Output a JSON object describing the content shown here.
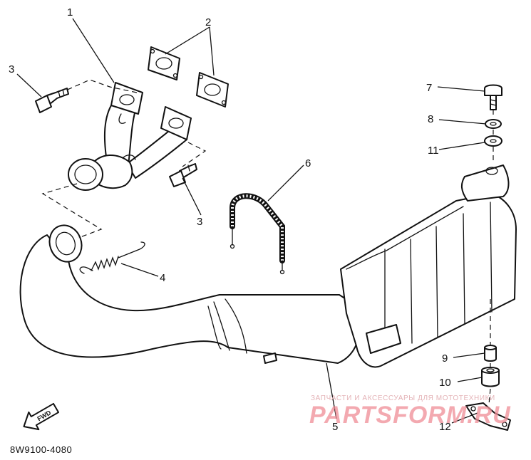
{
  "callouts": {
    "c1": "1",
    "c2": "2",
    "c3a": "3",
    "c3b": "3",
    "c4": "4",
    "c5": "5",
    "c6": "6",
    "c7": "7",
    "c8": "8",
    "c9": "9",
    "c10": "10",
    "c11": "11",
    "c12": "12"
  },
  "diagram_code": "8W9100-4080",
  "fwd_label": "FWD",
  "watermark": {
    "tagline": "ЗАПЧАСТИ И АКСЕССУАРЫ ДЛЯ МОТОТЕХНИКИ",
    "brand": "PARTSFORM.RU",
    "colors": {
      "tagline": "#e4b3b7",
      "brand": "#ef8d96"
    }
  }
}
